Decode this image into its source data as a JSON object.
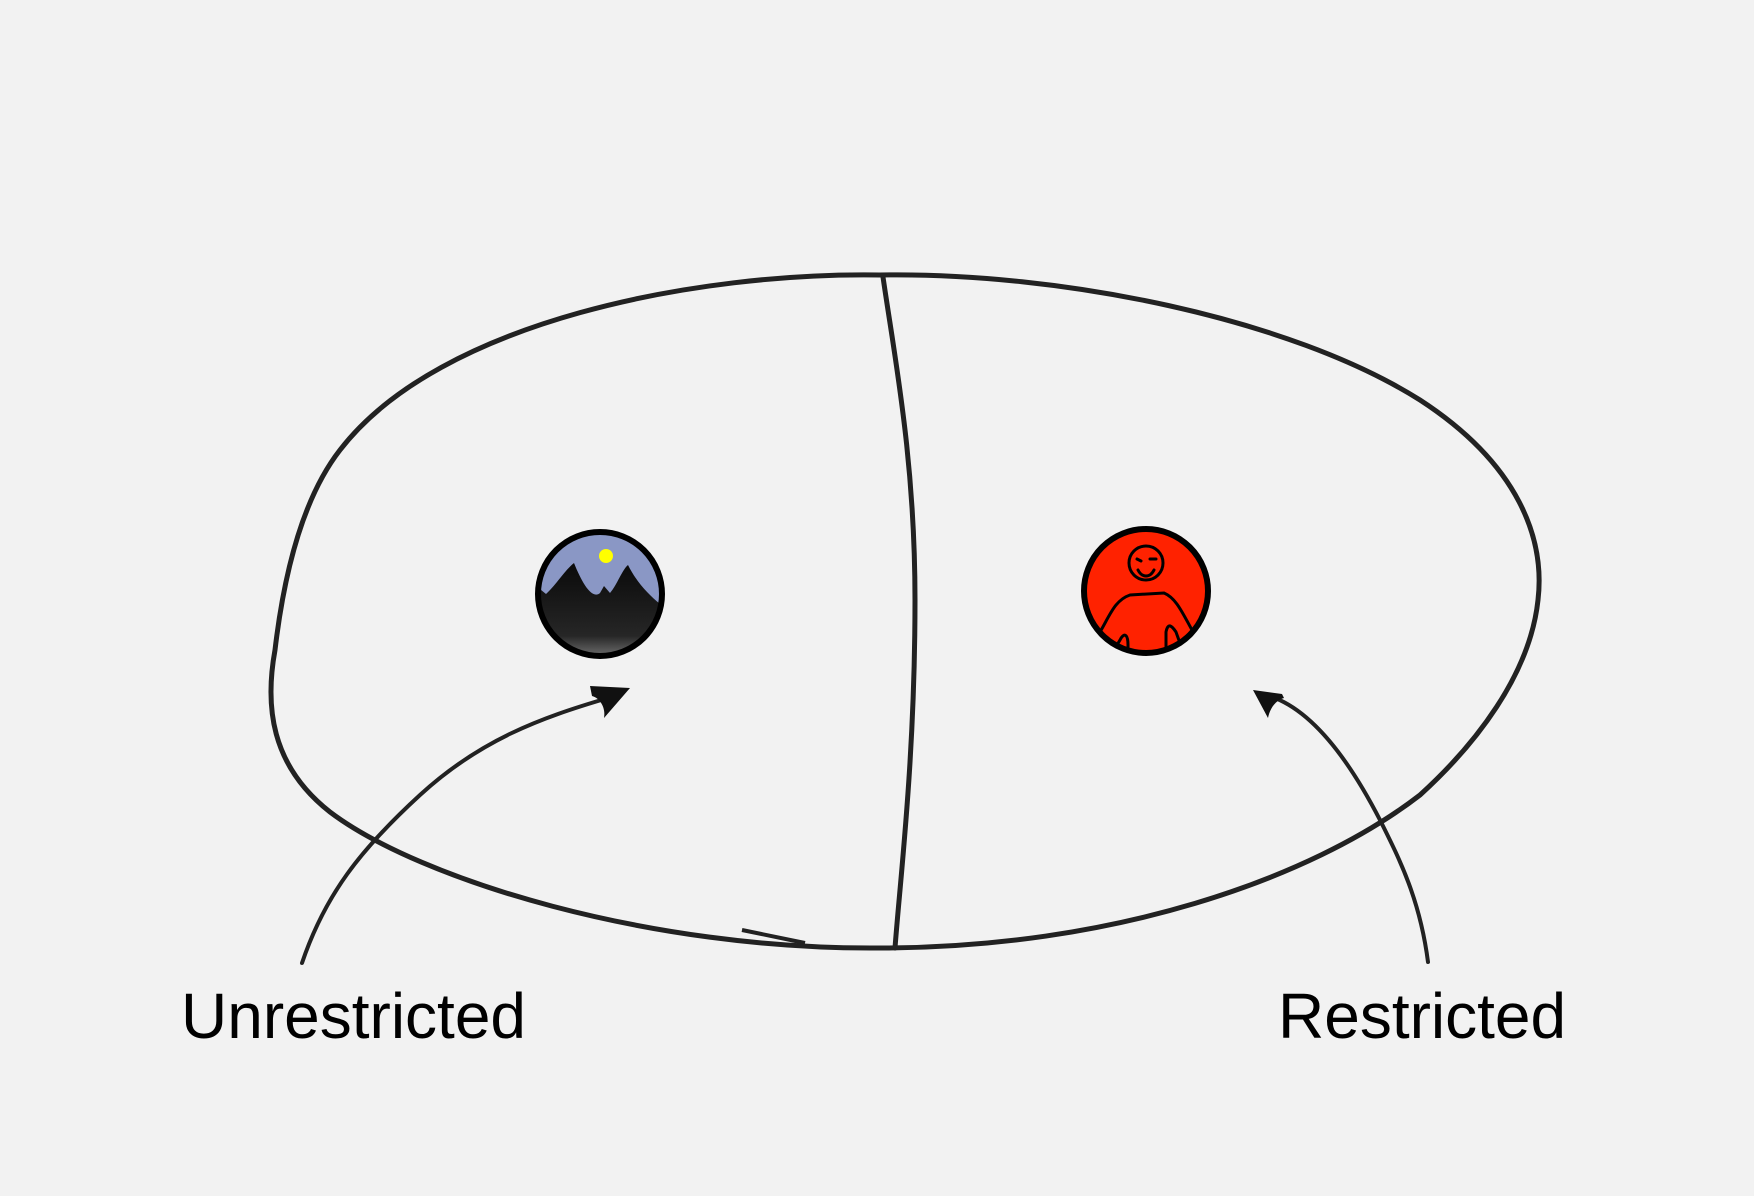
{
  "diagram": {
    "background_color": "#f2f2f2",
    "outline_color": "#222222",
    "regions": [
      {
        "side": "left",
        "label": "Unrestricted",
        "icon": "mountain-moon-icon",
        "icon_colors": {
          "sky": "#8a97c5",
          "moon": "#ffff00",
          "mountains": "#1c1c1c"
        }
      },
      {
        "side": "right",
        "label": "Restricted",
        "icon": "person-icon",
        "icon_colors": {
          "fill": "#ff2200",
          "line": "#000000"
        }
      }
    ]
  }
}
